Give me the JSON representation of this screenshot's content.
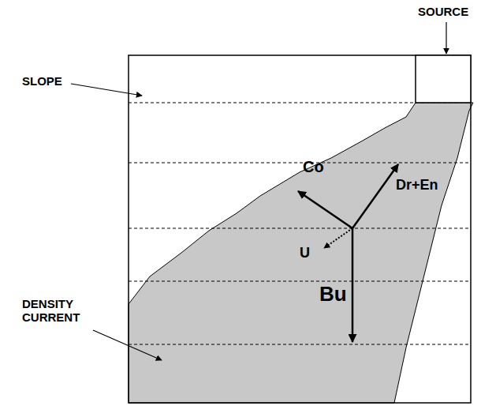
{
  "diagram": {
    "labels": [
      "SOURCE",
      "SLOPE",
      "DENSITY CURRENT",
      "Co",
      "Dr+En",
      "U",
      "Bu"
    ]
  }
}
